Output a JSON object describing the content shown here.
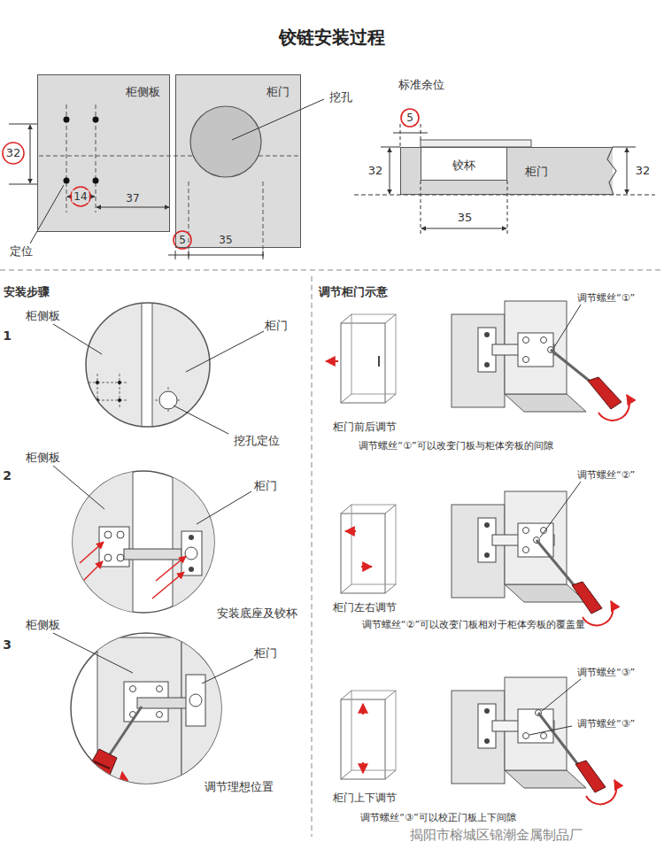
{
  "diagram": {
    "title": "铰链安装过程",
    "nodes": [
      {
        "text": [
          "柜侧板"
        ]
      },
      {
        "text": [
          "柜门"
        ]
      },
      {
        "text": [
          "柜门"
        ]
      },
      {
        "text": [
          "铰杯"
        ],
        "in": 2
      }
    ],
    "labels": [
      "32",
      "14",
      "37",
      "定位",
      "5",
      "35",
      "挖孔",
      "标准余位",
      "5",
      "32",
      "32",
      "35",
      "安装步骤",
      "柜侧板",
      "1",
      "柜门",
      "挖孔定位",
      "柜侧板",
      "2",
      "柜门",
      "安装底座及铰杯",
      "柜侧板",
      "3",
      "柜门",
      "调节理想位置",
      "调节柜门示意",
      "调节螺丝“①”",
      "柜门前后调节",
      "调节螺丝“①”可以改变门板与柜体旁板的间隙",
      "调节螺丝“②”",
      "柜门左右调节",
      "调节螺丝“②”可以改变门板相对于柜体旁板的覆盖量",
      "调节螺丝“③”",
      "调节螺丝“③”",
      "柜门上下调节",
      "调节螺丝“③”可以校正门板上下间隙",
      "揭阳市榕城区锦潮金属制品厂"
    ]
  }
}
